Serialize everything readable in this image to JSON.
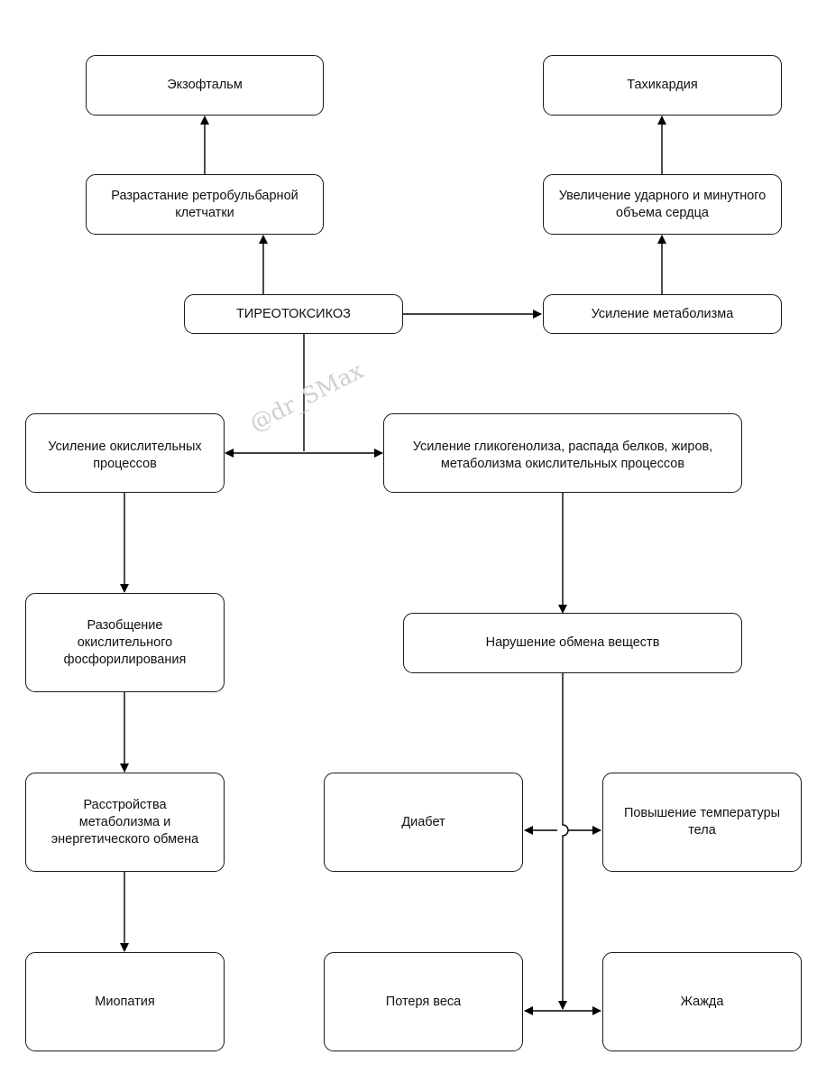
{
  "nodes": {
    "exophthalmos": "Экзофтальм",
    "tachycardia": "Тахикардия",
    "retrobulbar": "Разрастание ретробульбарной клетчатки",
    "cardiac_output": "Увеличение ударного и минутного объема сердца",
    "thyrotoxicosis": "ТИРЕОТОКСИКОЗ",
    "metabolism_up": "Усиление метаболизма",
    "oxidation_up": "Усиление окислительных процессов",
    "glycogenolysis": "Усиление гликогенолиза, распада белков, жиров, метаболизма окислительных процессов",
    "uncoupling": "Разобщение окислительного фосфорилирования",
    "metabolic_disorder": "Нарушение обмена веществ",
    "energy_disorder": "Расстройства метаболизма и энергетического обмена",
    "diabetes": "Диабет",
    "fever": "Повышение температуры тела",
    "myopathy": "Миопатия",
    "weight_loss": "Потеря веса",
    "thirst": "Жажда"
  },
  "watermark": "@dr_SMax"
}
